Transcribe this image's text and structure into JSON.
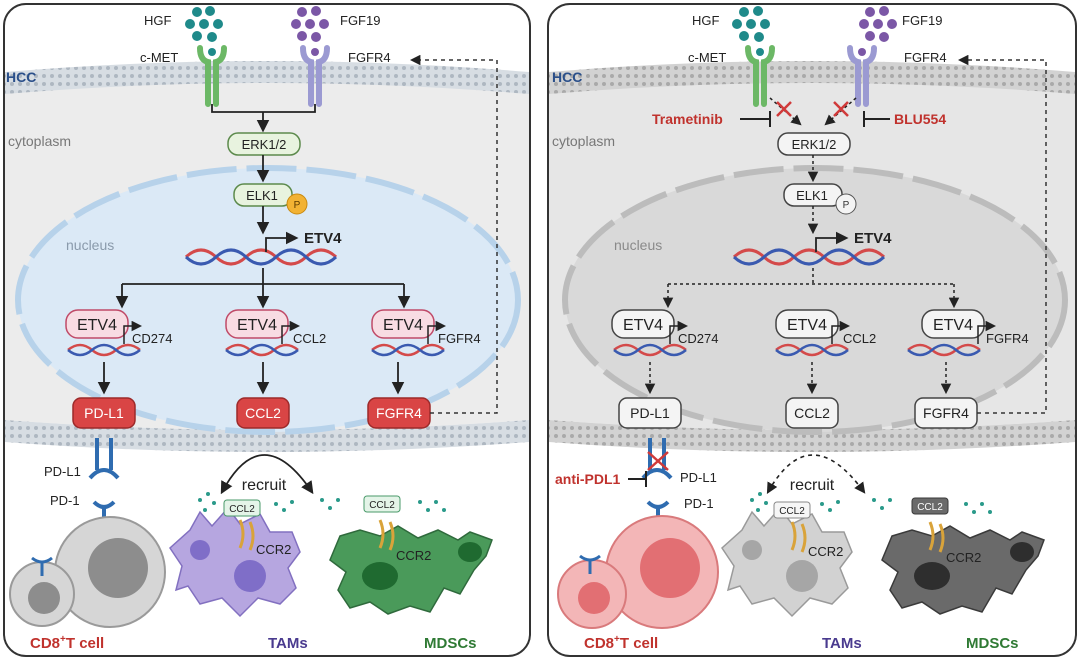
{
  "colors": {
    "hgf": "#1f8a8a",
    "fgf19": "#7b57a6",
    "cmet": "#6cb866",
    "fgfr4_receptor": "#9b9ad2",
    "erk_fill": "#e8f3df",
    "erk_stroke": "#5c8a4c",
    "etv4_fill": "#f8dce3",
    "etv4_stroke": "#c04a68",
    "output_fill": "#d94545",
    "nucleus_left": "#dbe9f6",
    "nucleus_right": "#d9d9d9",
    "cell_left": "#ececec",
    "cell_right": "#e6e6e6",
    "inhibitor_text": "#c0322d",
    "hcc_text": "#2a4f8a",
    "tcell_left": "#c4c4c4",
    "tcell_right": "#f0a5a8",
    "tam_left": "#b6a6e0",
    "tam_right": "#cfcfcf",
    "mdsc_left": "#4a9a5a",
    "mdsc_right": "#595959",
    "cd8_text": "#c0322d",
    "tams_text": "#4a3b8f",
    "mdscs_text": "#2f7a34",
    "dna_red": "#d44a4a",
    "dna_blue": "#3a5ab0",
    "pd1_receptor": "#2f6cb0"
  },
  "left_panel": {
    "ligand_hgf": "HGF",
    "ligand_fgf19": "FGF19",
    "receptor_cmet": "c-MET",
    "receptor_fgfr4": "FGFR4",
    "cell_label": "HCC",
    "cytoplasm": "cytoplasm",
    "nucleus": "nucleus",
    "erk": "ERK1/2",
    "elk": "ELK1",
    "phospho": "P",
    "gene_etv4": "ETV4",
    "tf_label": "ETV4",
    "target_genes": [
      "CD274",
      "CCL2",
      "FGFR4"
    ],
    "outputs": [
      "PD-L1",
      "CCL2",
      "FGFR4"
    ],
    "recruit": "recruit",
    "pdl1_label": "PD-L1",
    "pd1_label": "PD-1",
    "ccl2_chip_tam": "CCL2",
    "ccl2_chip_mdsc": "CCL2",
    "ccr2_tam": "CCR2",
    "ccr2_mdsc": "CCR2",
    "cell_tcell": "CD8",
    "cell_tcell_sup": "+",
    "cell_tcell_rest": "T cell",
    "cell_tams": "TAMs",
    "cell_mdscs": "MDSCs"
  },
  "right_panel": {
    "ligand_hgf": "HGF",
    "ligand_fgf19": "FGF19",
    "receptor_cmet": "c-MET",
    "receptor_fgfr4": "FGFR4",
    "cell_label": "HCC",
    "cytoplasm": "cytoplasm",
    "nucleus": "nucleus",
    "erk": "ERK1/2",
    "elk": "ELK1",
    "phospho": "P",
    "gene_etv4": "ETV4",
    "tf_label": "ETV4",
    "target_genes": [
      "CD274",
      "CCL2",
      "FGFR4"
    ],
    "outputs": [
      "PD-L1",
      "CCL2",
      "FGFR4"
    ],
    "recruit": "recruit",
    "pdl1_label": "PD-L1",
    "pd1_label": "PD-1",
    "inhibitor_trametinib": "Trametinib",
    "inhibitor_blu554": "BLU554",
    "inhibitor_antipdl1": "anti-PDL1",
    "ccl2_chip_tam": "CCL2",
    "ccl2_chip_mdsc": "CCL2",
    "ccr2_tam": "CCR2",
    "ccr2_mdsc": "CCR2",
    "cell_tcell": "CD8",
    "cell_tcell_sup": "+",
    "cell_tcell_rest": "T cell",
    "cell_tams": "TAMs",
    "cell_mdscs": "MDSCs"
  }
}
